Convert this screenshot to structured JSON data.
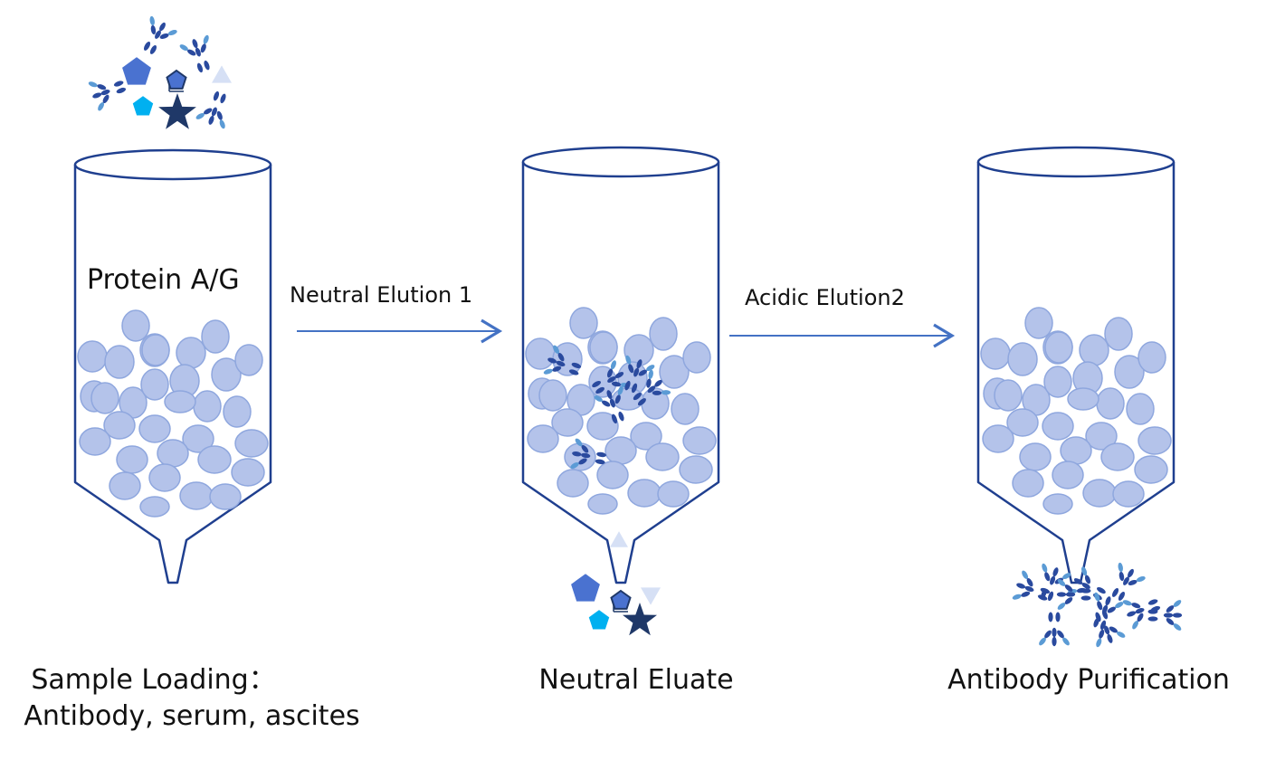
{
  "column_label": "Protein A/G",
  "steps": [
    {
      "label": "Neutral Elution 1"
    },
    {
      "label": "Acidic Elution2"
    }
  ],
  "captions": {
    "sample_line1": "Sample Loading：",
    "sample_line2": "Antibody, serum, ascites",
    "eluate": "Neutral Eluate",
    "purified": "Antibody Purification"
  },
  "colors": {
    "outline": "#1f3f8f",
    "bead_fill": "#b4c3ea",
    "bead_stroke": "#8fa7de",
    "antibody_dark": "#2a4a9e",
    "antibody_light": "#5b9bd5",
    "pentagon_blue": "#4a72d0",
    "pentagon_cyan": "#00b0f0",
    "star_navy": "#1f3868",
    "triangle_pale": "#d6e0f5",
    "arrow": "#4472c4"
  },
  "icons": [
    "antibody-icon",
    "pentagon-icon",
    "star-icon",
    "triangle-icon",
    "bead-icon",
    "arrow-icon"
  ]
}
